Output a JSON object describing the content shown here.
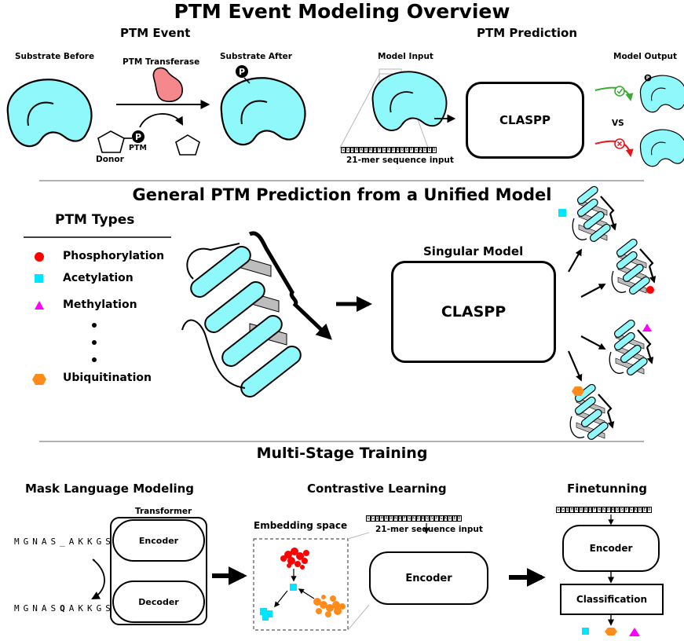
{
  "title": "PTM Event Modeling Overview",
  "ptm_event": {
    "heading": "PTM Event",
    "substrate_before": "Substrate Before",
    "transferase": "PTM Transferase",
    "substrate_after": "Substrate After",
    "donor": "Donor",
    "ptm": "PTM",
    "p_symbol": "P"
  },
  "ptm_prediction": {
    "heading": "PTM Prediction",
    "model_input": "Model Input",
    "model_output": "Model Output",
    "model_name": "CLASPP",
    "sequence_caption": "21-mer sequence input",
    "sequence": [
      "G",
      "G",
      "I",
      "H",
      "R",
      "D",
      "N",
      "D",
      "F",
      "G",
      "K",
      "D",
      "R",
      "Q",
      "S",
      "P",
      "G",
      "K",
      "D",
      "E",
      "D"
    ],
    "vs": "VS"
  },
  "general": {
    "heading": "General PTM Prediction from a Unified Model",
    "ptm_types_heading": "PTM Types",
    "types": [
      {
        "label": "Phosphorylation",
        "color": "#ff0000",
        "shape": "circle"
      },
      {
        "label": "Acetylation",
        "color": "#00e5ff",
        "shape": "square"
      },
      {
        "label": "Methylation",
        "color": "#ff00ff",
        "shape": "triangle"
      },
      {
        "label": "Ubiquitination",
        "color": "#ff8c1a",
        "shape": "hexagon"
      }
    ],
    "singular_model": "Singular Model",
    "model_name": "CLASPP"
  },
  "training": {
    "heading": "Multi-Stage Training",
    "mlm": {
      "heading": "Mask Language Modeling",
      "transformer": "Transformer",
      "encoder": "Encoder",
      "decoder": "Decoder",
      "masked_seq": "MGNAS_AKKGS",
      "filled_seq_pre": "MGNAS",
      "filled_seq_token": "Q",
      "filled_seq_post": "AKKGS"
    },
    "contrastive": {
      "heading": "Contrastive Learning",
      "embedding_space": "Embedding space",
      "sequence_caption": "21-mer sequence input",
      "encoder": "Encoder"
    },
    "finetune": {
      "heading": "Finetunning",
      "encoder": "Encoder",
      "classification": "Classification"
    }
  },
  "colors": {
    "protein": "#8ff8fa",
    "enzyme": "#f5888c",
    "phospho": "#ff0000",
    "acetyl": "#00e5ff",
    "methyl": "#ff00ff",
    "ubiquitin": "#ff8c1a",
    "arrow_good": "#3aaa35",
    "arrow_bad": "#e8141b",
    "divider": "#999999"
  },
  "icons": [
    "pentagon-icon",
    "phosphate-icon",
    "check-icon",
    "cross-icon",
    "helix-protein-icon"
  ]
}
